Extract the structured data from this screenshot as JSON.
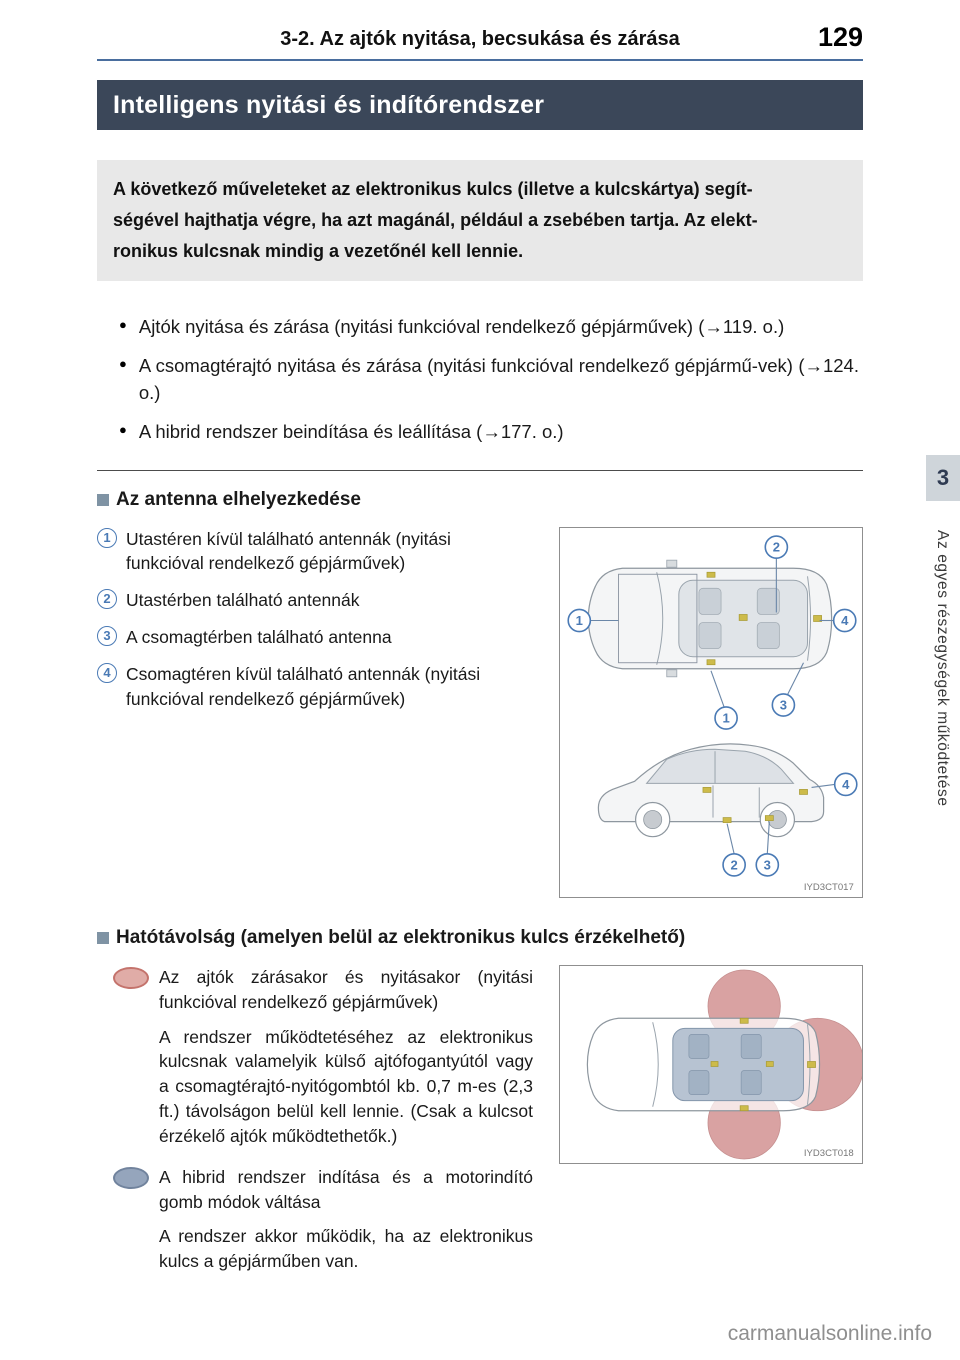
{
  "page": {
    "number": "129",
    "section": "3-2. Az ajtók nyitása, becsukása és zárása"
  },
  "title": "Intelligens nyitási és indítórendszer",
  "notice": {
    "lines": [
      "A következő műveleteket az elektronikus kulcs (illetve a kulcskártya) segít-",
      "ségével hajthatja végre, ha azt magánál, például a zsebében tartja. Az elekt-",
      "ronikus kulcsnak mindig a vezetőnél kell lennie."
    ]
  },
  "bullets": [
    "Ajtók nyitása és zárása (nyitási funkcióval rendelkező gépjárművek) (→119. o.)",
    "A csomagtérajtó nyitása és zárása (nyitási funkcióval rendelkező gépjármű-vek) (→124. o.)",
    "A hibrid rendszer beindítása és leállítása (→177. o.)"
  ],
  "antenna": {
    "title": "Az antenna elhelyezkedése",
    "items": [
      {
        "num": "1",
        "text": "Utastéren kívül található antennák (nyitási funkcióval rendelkező gépjárművek)"
      },
      {
        "num": "2",
        "text": "Utastérben található antennák"
      },
      {
        "num": "3",
        "text": "A csomagtérben található antenna"
      },
      {
        "num": "4",
        "text": "Csomagtéren kívül található antennák (nyitási funkcióval rendelkező gépjárművek)"
      }
    ],
    "callouts": {
      "c1": "1",
      "c2": "2",
      "c3": "3",
      "c4": "4"
    },
    "figure_caption": "IYD3CT017"
  },
  "range": {
    "title": "Hatótávolság (amelyen belül az elektronikus kulcs érzékelhető)",
    "items": [
      {
        "icon": "door-zone",
        "text": "Az ajtók zárásakor és nyitásakor (nyitási funkcióval rendelkező gépjárművek)",
        "para": "A rendszer működtetéséhez az elektronikus kulcsnak valamelyik külső ajtófogantyútól vagy a csomagtérajtó-nyitógombtól kb. 0,7 m-es (2,3 ft.) távolságon belül kell lennie. (Csak a kulcsot érzékelő ajtók működtethetők.)"
      },
      {
        "icon": "cabin-zone",
        "text": "A hibrid rendszer indítása és a motorindító gomb módok váltása",
        "para": "A rendszer akkor működik, ha az elektronikus kulcs a gépjárműben van."
      }
    ],
    "figure_caption": "IYD3CT018"
  },
  "sidebar": {
    "chapter": "3",
    "label": "Az egyes részegységek működtetése"
  },
  "watermark": "carmanualsonline.info",
  "colors": {
    "title_bar": "#3b4759",
    "accent_line": "#4a6e9e",
    "callout_blue": "#4a7ab5",
    "zone_pink": "#d9a2a2",
    "zone_blue": "#93a3bb"
  }
}
